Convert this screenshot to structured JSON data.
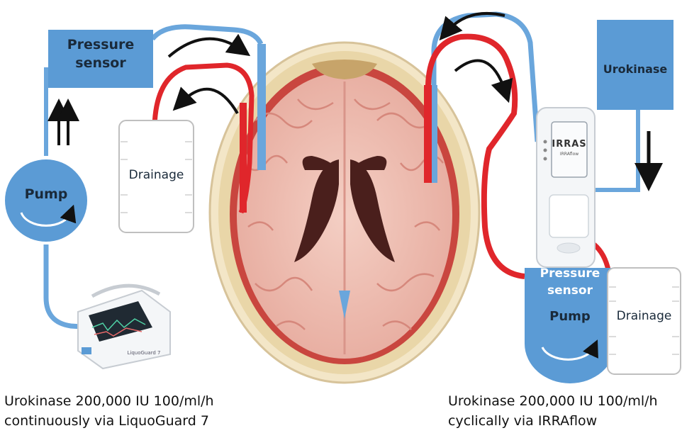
{
  "left_side": {
    "pressure_sensor": "Pressure\nsensor",
    "pump": "Pump",
    "drainage": "Drainage",
    "device_label": "LiquoGuard 7",
    "caption": "Urokinase 200,000 IU 100/ml/h\ncontinuously via LiquoGuard 7"
  },
  "right_side": {
    "urokinase": "Urokinase",
    "device_logo": "IRRAS",
    "device_sub": "IRRAflow",
    "pressure_sensor": "Pressure\nsensor",
    "pump": "Pump",
    "drainage": "Drainage",
    "caption": "Urokinase 200,000 IU 100/ml/h\ncyclically via IRRAflow"
  },
  "colors": {
    "box_blue": "#5b9bd5",
    "tube_blue": "#6aa6dc",
    "tube_red": "#e0262b",
    "label_text": "#1a2a3a",
    "arrow": "#111111"
  }
}
